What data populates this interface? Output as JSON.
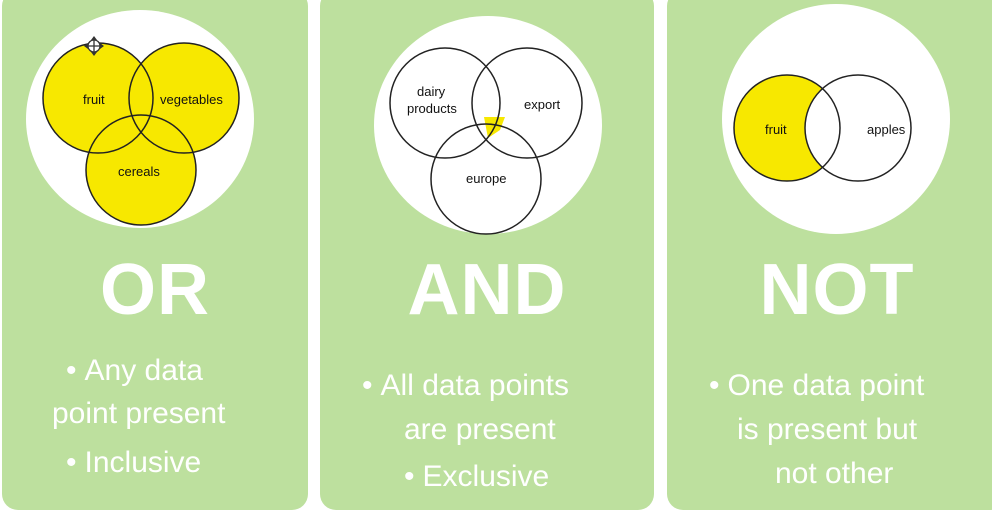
{
  "panels": {
    "or": {
      "title": "OR",
      "labels": {
        "a": "fruit",
        "b": "vegetables",
        "c": "cereals"
      },
      "bullets": [
        "Any data",
        "point present",
        "Inclusive"
      ],
      "fill_color": "#f7e800"
    },
    "and": {
      "title": "AND",
      "labels": {
        "a1": "dairy",
        "a2": "products",
        "b": "export",
        "c": "europe"
      },
      "bullets": [
        "All data points",
        "are present",
        "Exclusive"
      ],
      "fill_color": "#f7e800"
    },
    "not": {
      "title": "NOT",
      "labels": {
        "a": "fruit",
        "b": "apples"
      },
      "bullets": [
        "One data point",
        "is present but",
        "not other"
      ],
      "fill_color": "#f7e800"
    }
  },
  "colors": {
    "panel_bg": "#bde09e",
    "highlight": "#f7e800",
    "text": "#ffffff"
  },
  "icons": [
    "move-cursor-icon"
  ]
}
